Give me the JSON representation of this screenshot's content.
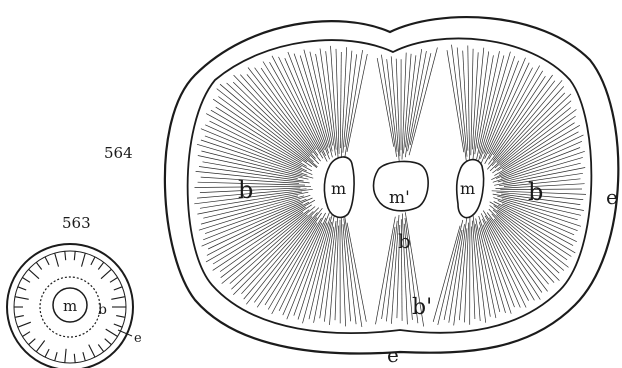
{
  "figures": [
    {
      "number": "563",
      "labels": {
        "pith": "m",
        "bundle": "b",
        "epidermis": "e"
      }
    },
    {
      "number": "564",
      "labels": {
        "pith_center": "m'",
        "pith_left": "m",
        "pith_right": "m",
        "bundle_left": "b",
        "bundle_right": "b",
        "bundle_mid": "b",
        "bundle_lower": "b'",
        "epidermis_right": "e",
        "epidermis_bottom": "e"
      }
    }
  ],
  "colors": {
    "ink": "#1b1b1b",
    "paper": "#ffffff"
  }
}
